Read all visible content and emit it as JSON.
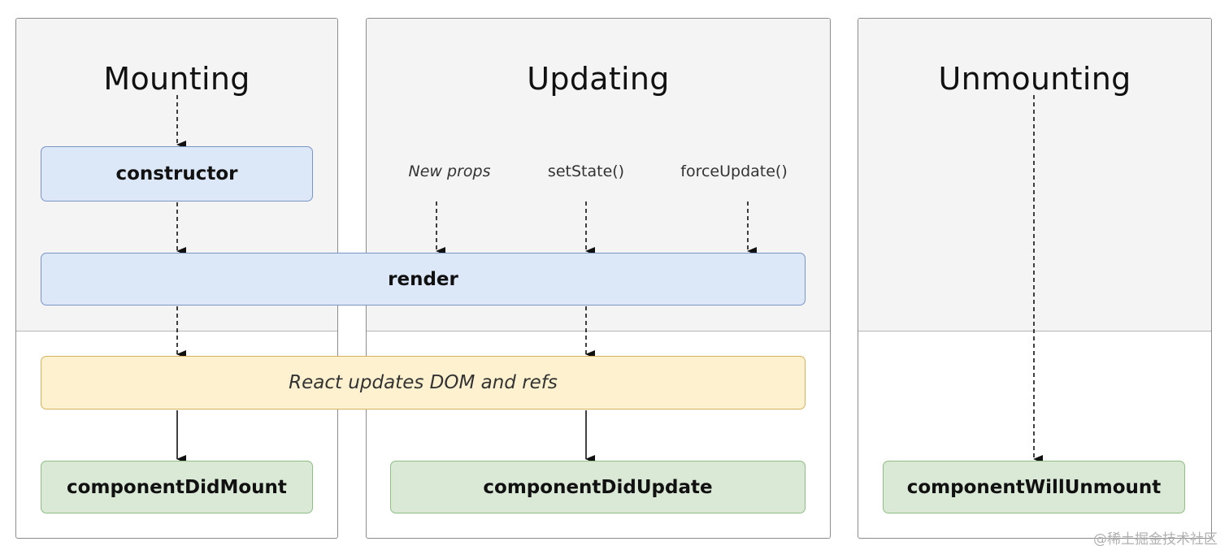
{
  "columns": {
    "mounting": {
      "title": "Mounting"
    },
    "updating": {
      "title": "Updating"
    },
    "unmounting": {
      "title": "Unmounting"
    }
  },
  "triggers": {
    "new_props": "New props",
    "set_state": "setState()",
    "force_update": "forceUpdate()"
  },
  "boxes": {
    "constructor": "constructor",
    "render": "render",
    "dom_update": "React updates DOM and refs",
    "did_mount": "componentDidMount",
    "did_update": "componentDidUpdate",
    "will_unmount": "componentWillUnmount"
  },
  "watermark": "@稀土掘金技术社区",
  "colors": {
    "lifecycle_blue": "#dce8f8",
    "dom_yellow": "#fdf1cf",
    "commit_green": "#dae8d6"
  }
}
